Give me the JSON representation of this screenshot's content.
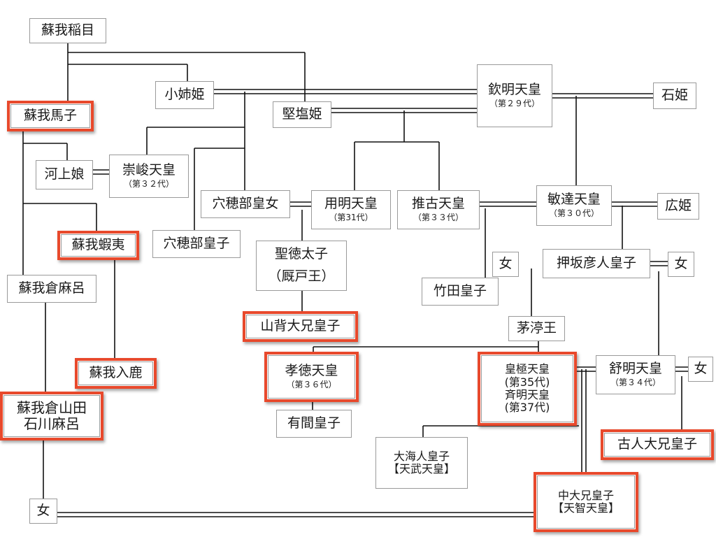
{
  "chart_data": {
    "type": "diagram",
    "nodes": [
      {
        "id": "soga-iname",
        "name": "蘇我稲目"
      },
      {
        "id": "soga-umako",
        "name": "蘇我馬子",
        "hl": true
      },
      {
        "id": "oane-gimi",
        "name": "小姉姫"
      },
      {
        "id": "kitashi-hime",
        "name": "堅塩姫"
      },
      {
        "id": "kimmei",
        "name": "欽明天皇",
        "sub": "（第２９代）"
      },
      {
        "id": "ishi-hime",
        "name": "石姫"
      },
      {
        "id": "kawakami",
        "name": "河上娘"
      },
      {
        "id": "sushun",
        "name": "崇峻天皇",
        "sub": "（第３２代）"
      },
      {
        "id": "anahobe-himemiko",
        "name": "穴穂部皇女"
      },
      {
        "id": "yomei",
        "name": "用明天皇",
        "sub": "（第31代）"
      },
      {
        "id": "suiko",
        "name": "推古天皇",
        "sub": "（第３３代）"
      },
      {
        "id": "bidatsu",
        "name": "敏達天皇",
        "sub": "（第３０代）"
      },
      {
        "id": "hiro-hime",
        "name": "広姫"
      },
      {
        "id": "anahobe-miko",
        "name": "穴穂部皇子"
      },
      {
        "id": "soga-emishi",
        "name": "蘇我蝦夷",
        "hl": true
      },
      {
        "id": "shotoku",
        "name": "聖徳太子",
        "sub": "（厩戸王）"
      },
      {
        "id": "woman1",
        "name": "女"
      },
      {
        "id": "oshisaka",
        "name": "押坂彦人皇子"
      },
      {
        "id": "woman2",
        "name": "女"
      },
      {
        "id": "soga-kuramaro",
        "name": "蘇我倉麻呂"
      },
      {
        "id": "takeda",
        "name": "竹田皇子"
      },
      {
        "id": "yamashiro",
        "name": "山背大兄皇子",
        "hl": true
      },
      {
        "id": "chinu",
        "name": "茅渟王"
      },
      {
        "id": "soga-iruka",
        "name": "蘇我入鹿",
        "hl": true
      },
      {
        "id": "kotoku",
        "name": "孝徳天皇",
        "sub": "（第３６代）",
        "hl": true
      },
      {
        "id": "kogyoku",
        "lines": [
          "皇極天皇",
          "(第35代)",
          "斉明天皇",
          "(第37代)"
        ],
        "hl": true
      },
      {
        "id": "jomei",
        "name": "舒明天皇",
        "sub": "（第３４代）"
      },
      {
        "id": "woman3",
        "name": "女"
      },
      {
        "id": "ishikawamaro",
        "lines": [
          "蘇我倉山田",
          "石川麻呂"
        ],
        "hl": true
      },
      {
        "id": "arima",
        "name": "有間皇子"
      },
      {
        "id": "oama",
        "lines": [
          "大海人皇子",
          "【天武天皇】"
        ]
      },
      {
        "id": "furuhito",
        "name": "古人大兄皇子",
        "hl": true
      },
      {
        "id": "woman4",
        "name": "女"
      },
      {
        "id": "nakano-oe",
        "lines": [
          "中大兄皇子",
          "【天智天皇】"
        ],
        "hl": true
      }
    ]
  }
}
